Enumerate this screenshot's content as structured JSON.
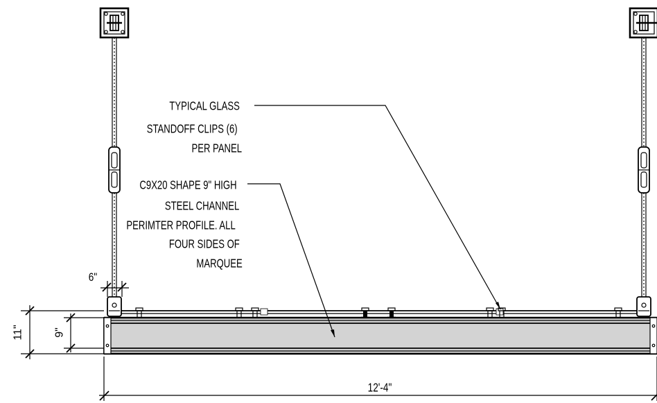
{
  "notes": {
    "standoff": [
      "TYPICAL GLASS",
      "STANDOFF CLIPS (6)",
      "PER PANEL"
    ],
    "channel": [
      "C9X20 SHAPE 9\" HIGH",
      "STEEL CHANNEL",
      "PERIMTER PROFILE. ALL",
      "FOUR SIDES OF",
      "MARQUEE"
    ]
  },
  "dimensions": {
    "rod_offset": "6\"",
    "overall_height": "11\"",
    "channel_height": "9\"",
    "overall_length": "12'-4\""
  },
  "colors": {
    "line": "#000000",
    "channel_fill": "#d3d3d3",
    "background": "#ffffff"
  }
}
